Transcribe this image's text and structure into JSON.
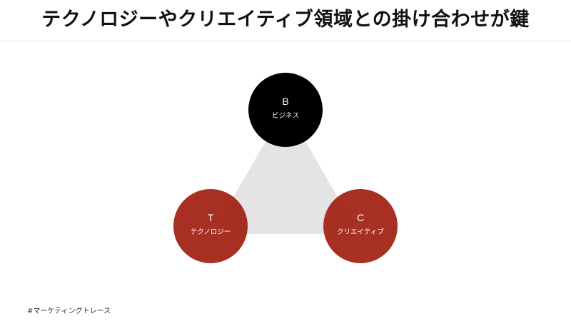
{
  "slide": {
    "title": "テクノロジーやクリエイティブ領域との掛け合わせが鍵",
    "footer": "#マーケティングトレース"
  },
  "diagram": {
    "nodes": [
      {
        "id": "business",
        "letter": "B",
        "label": "ビジネス",
        "color": "#000000"
      },
      {
        "id": "technology",
        "letter": "T",
        "label": "テクノロジー",
        "color": "#a4281a"
      },
      {
        "id": "creative",
        "letter": "C",
        "label": "クリエイティブ",
        "color": "#a4281a"
      }
    ],
    "connector_color": "#e4e4e4"
  }
}
